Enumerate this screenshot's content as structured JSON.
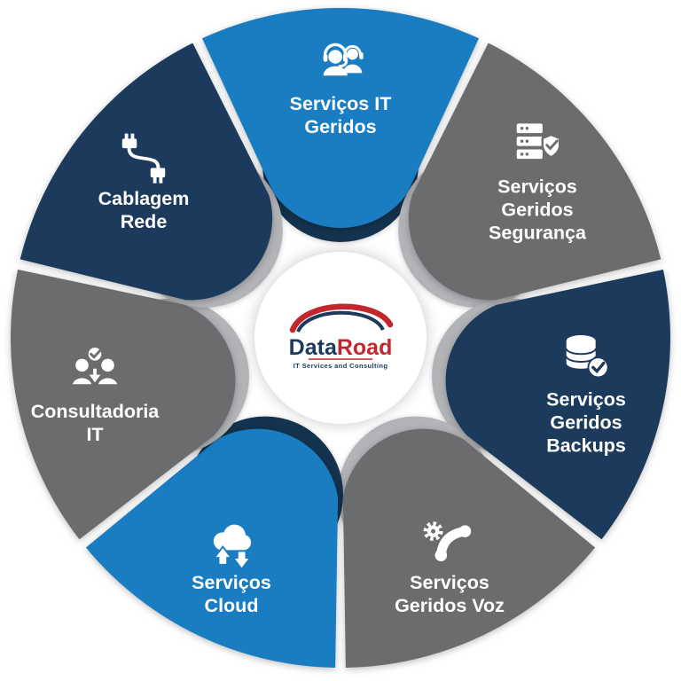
{
  "colors": {
    "blue": "#1a7cc1",
    "navy": "#1b3a5c",
    "gray": "#6a6c6e",
    "light_gray": "#b2b4b7",
    "navy_shadow": "#14334f",
    "white": "#ffffff",
    "logo_red": "#c1272d"
  },
  "center_logo": {
    "brand_part1": "Data",
    "brand_part2": "Road",
    "tagline": "IT Services and Consulting"
  },
  "segments": [
    {
      "id": "servicos-it-geridos",
      "label": "Serviços IT\nGeridos",
      "color_key": "blue",
      "shadow_key": "navy_shadow",
      "icon": "support-agents-icon"
    },
    {
      "id": "servicos-geridos-seguranca",
      "label": "Serviços\nGeridos\nSegurança",
      "color_key": "gray",
      "shadow_key": "light_gray",
      "icon": "server-shield-icon"
    },
    {
      "id": "servicos-geridos-backups",
      "label": "Serviços\nGeridos\nBackups",
      "color_key": "navy",
      "shadow_key": "light_gray",
      "icon": "database-check-icon"
    },
    {
      "id": "servicos-geridos-voz",
      "label": "Serviços\nGeridos Voz",
      "color_key": "gray",
      "shadow_key": "light_gray",
      "icon": "phone-gear-icon"
    },
    {
      "id": "servicos-cloud",
      "label": "Serviços\nCloud",
      "color_key": "blue",
      "shadow_key": "navy_shadow",
      "icon": "cloud-arrows-icon"
    },
    {
      "id": "consultadoria-it",
      "label": "Consultadoria\nIT",
      "color_key": "gray",
      "shadow_key": "light_gray",
      "icon": "people-check-icon"
    },
    {
      "id": "cablagem-rede",
      "label": "Cablagem\nRede",
      "color_key": "navy",
      "shadow_key": "light_gray",
      "icon": "cable-icon"
    }
  ]
}
